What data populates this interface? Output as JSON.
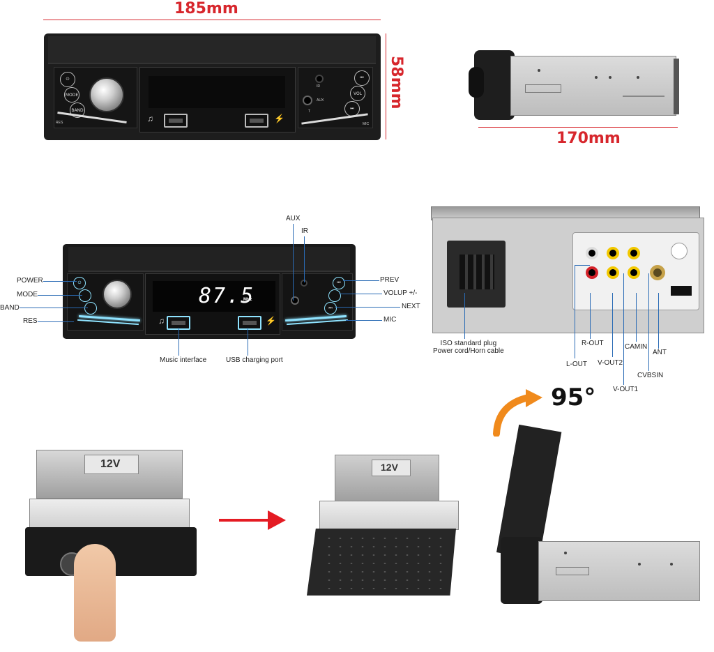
{
  "dimensions": {
    "width": "185mm",
    "height": "58mm",
    "depth": "170mm"
  },
  "front_panel": {
    "btn_mode": "MODE",
    "btn_band": "BAND",
    "btn_vol": "VOL",
    "label_res": "RES",
    "label_ir": "IR",
    "label_aux": "AUX",
    "label_t": "T",
    "label_mic": "MIC",
    "frequency": "87.5",
    "freq_unit": "MHz"
  },
  "callouts_front": {
    "power": "POWER",
    "mode": "MODE",
    "band": "BAND",
    "res": "RES",
    "aux": "AUX",
    "ir": "IR",
    "prev": "PREV",
    "volup": "VOLUP +/-",
    "next": "NEXT",
    "mic": "MIC",
    "music_interface": "Music interface",
    "usb_charging": "USB charging port"
  },
  "callouts_rear": {
    "iso_line1": "ISO standard plug",
    "iso_line2": "Power cord/Horn cable",
    "r_out": "R-OUT",
    "l_out": "L-OUT",
    "v_out2": "V-OUT2",
    "v_out1": "V-OUT1",
    "camin": "CAMIN",
    "cvbsin": "CVBSIN",
    "ant": "ANT"
  },
  "chassis": {
    "voltage": "12V"
  },
  "flip": {
    "angle": "95°"
  },
  "colors": {
    "dimension_red": "#d7262c",
    "leader_blue": "#2a6bb5",
    "arrow_orange": "#f08a1c",
    "arrow_red": "#e41b23",
    "led_blue": "#8fe3ff"
  }
}
